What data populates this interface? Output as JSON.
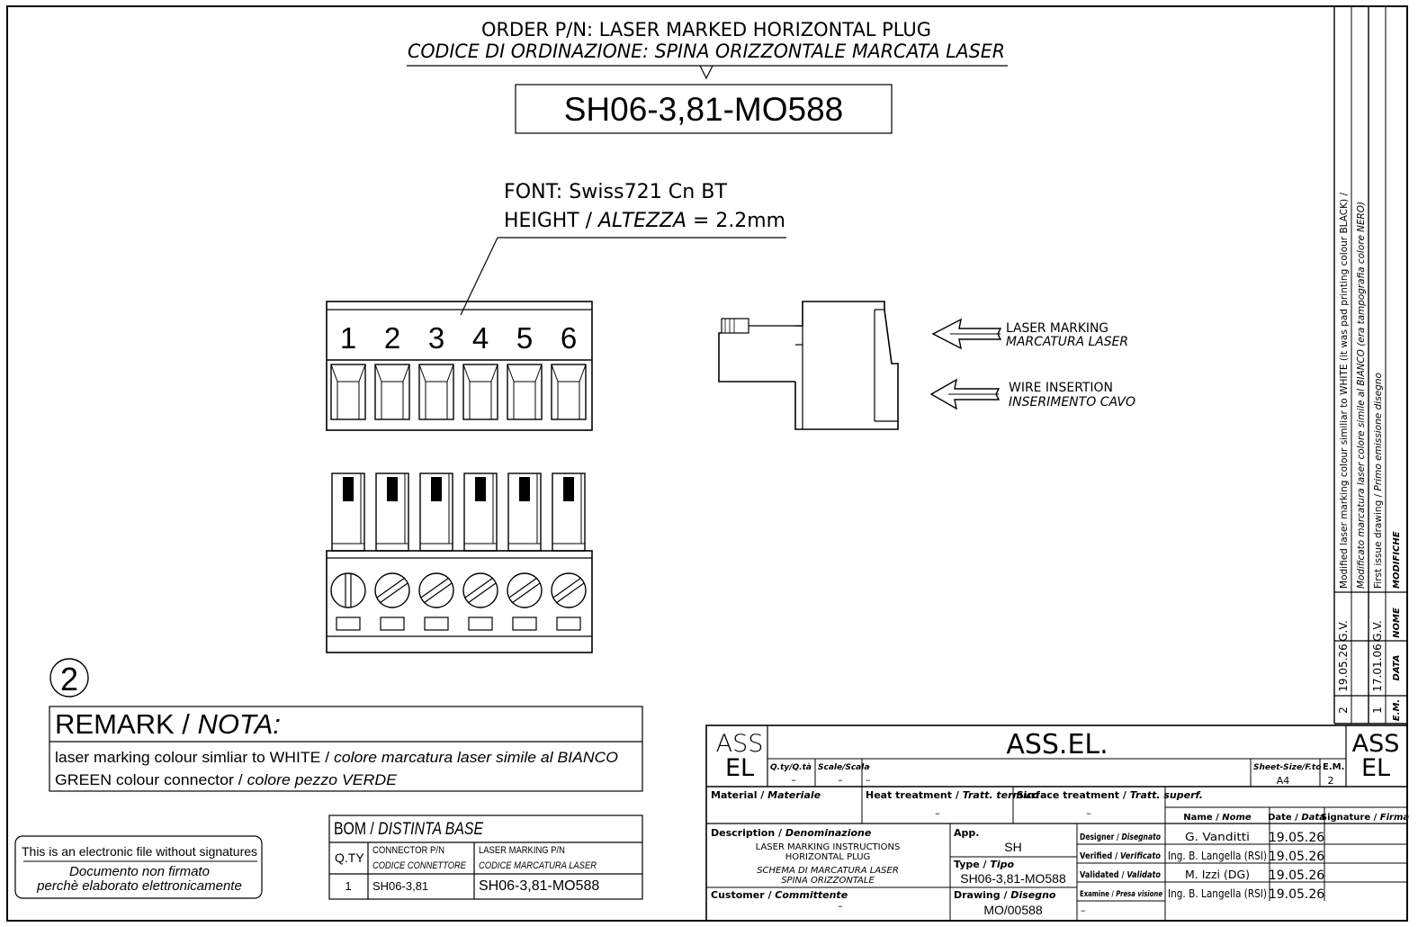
{
  "header": {
    "title_en": "ORDER P/N: LASER MARKED HORIZONTAL PLUG",
    "title_it": "CODICE DI ORDINAZIONE: SPINA ORIZZONTALE MARCATA LASER",
    "part_number": "SH06-3,81-MO588"
  },
  "font_note": {
    "line1": "FONT: Swiss721 Cn BT",
    "height_label": "HEIGHT / ",
    "height_label_it": "ALTEZZA",
    "height_value": " = 2.2mm"
  },
  "pins": [
    "1",
    "2",
    "3",
    "4",
    "5",
    "6"
  ],
  "side_view": {
    "laser_en": "LASER MARKING",
    "laser_it": "MARCATURA LASER",
    "wire_en": "WIRE INSERTION",
    "wire_it": "INSERIMENTO CAVO"
  },
  "note_number": "2",
  "remark": {
    "title": "REMARK / ",
    "title_it": "NOTA:",
    "line1_en": "laser marking colour simliar to WHITE / ",
    "line1_it": "colore marcatura laser simile al BIANCO",
    "line2_en": "GREEN colour connector / ",
    "line2_it": "colore pezzo VERDE"
  },
  "bom": {
    "title": "BOM / ",
    "title_it": "DISTINTA BASE",
    "col_qty": "Q.TY",
    "col_conn_en": "CONNECTOR P/N",
    "col_conn_it": "CODICE CONNETTORE",
    "col_laser_en": "LASER MARKING P/N",
    "col_laser_it": "CODICE MARCATURA LASER",
    "row": {
      "qty": "1",
      "connector": "SH06-3,81",
      "laser": "SH06-3,81-MO588"
    }
  },
  "stamp": {
    "en": "This is an electronic file without signatures",
    "it1": "Documento non firmato",
    "it2": "perchè elaborato elettronicamente"
  },
  "revisions": {
    "rows": [
      {
        "em": "2",
        "date": "19.05.26",
        "name": "G.V.",
        "text_en": "Modified laser marking colour similiar to WHITE (it was pad printing colour BLACK) /",
        "text_it": "Modificato marcatura laser colore simile al BIANCO (era tampografia colore NERO)"
      },
      {
        "em": "1",
        "date": "17.01.06",
        "name": "G.V.",
        "text_en": "First issue drawing / ",
        "text_it": "Primo emissione disegno"
      }
    ],
    "header_em": "E.M.",
    "header_data": "DATA",
    "header_nome": "NOME",
    "header_modifiche": "MODIFICHE"
  },
  "title_block": {
    "logo_top": "ASS",
    "logo_bottom": "EL",
    "company": "ASS.EL.",
    "qty_label": "Q.ty/Q.tà",
    "qty_value": "–",
    "scale_label": "Scale/Scala",
    "scale_value": "–",
    "general_value": "–",
    "sheet_label": "Sheet-Size/F.to",
    "sheet_value": "A4",
    "em_label": "E.M.",
    "em_value": "2",
    "material_label": "Material / ",
    "material_label_it": "Materiale",
    "heat_label": "Heat treatment / ",
    "heat_label_it": "Tratt. termico",
    "heat_value": "–",
    "surface_label": "Surface treatment / ",
    "surface_label_it": "Tratt. superf.",
    "surface_value": "–",
    "name_hdr": "Name / ",
    "name_hdr_it": "Nome",
    "date_hdr": "Date / ",
    "date_hdr_it": "Data",
    "sign_hdr": "Signature / ",
    "sign_hdr_it": "Firma",
    "description_label": "Description / ",
    "description_label_it": "Denominazione",
    "desc_line1": "LASER MARKING INSTRUCTIONS",
    "desc_line2": "HORIZONTAL PLUG",
    "desc_line3": "SCHEMA DI MARCATURA LASER",
    "desc_line4": "SPINA ORIZZONTALE",
    "app_label": "App.",
    "app_value": "SH",
    "type_label": "Type / ",
    "type_label_it": "Tipo",
    "type_value": "SH06-3,81-MO588",
    "customer_label": "Customer / ",
    "customer_label_it": "Committente",
    "customer_value": "–",
    "drawing_label": "Drawing / ",
    "drawing_label_it": "Disegno",
    "drawing_value": "MO/00588",
    "approvals": [
      {
        "role": "Designer / ",
        "role_it": "Disegnato",
        "name": "G. Vanditti",
        "date": "19.05.26"
      },
      {
        "role": "Verified / ",
        "role_it": "Verificato",
        "name": "Ing. B. Langella (RSI)",
        "date": "19.05.26"
      },
      {
        "role": "Validated / ",
        "role_it": "Validato",
        "name": "M. Izzi (DG)",
        "date": "19.05.26"
      },
      {
        "role": "Examine / ",
        "role_it": "Presa visione",
        "name": "Ing. B. Langella (RSI)",
        "date": "19.05.26"
      }
    ],
    "bottom_value": "–"
  }
}
